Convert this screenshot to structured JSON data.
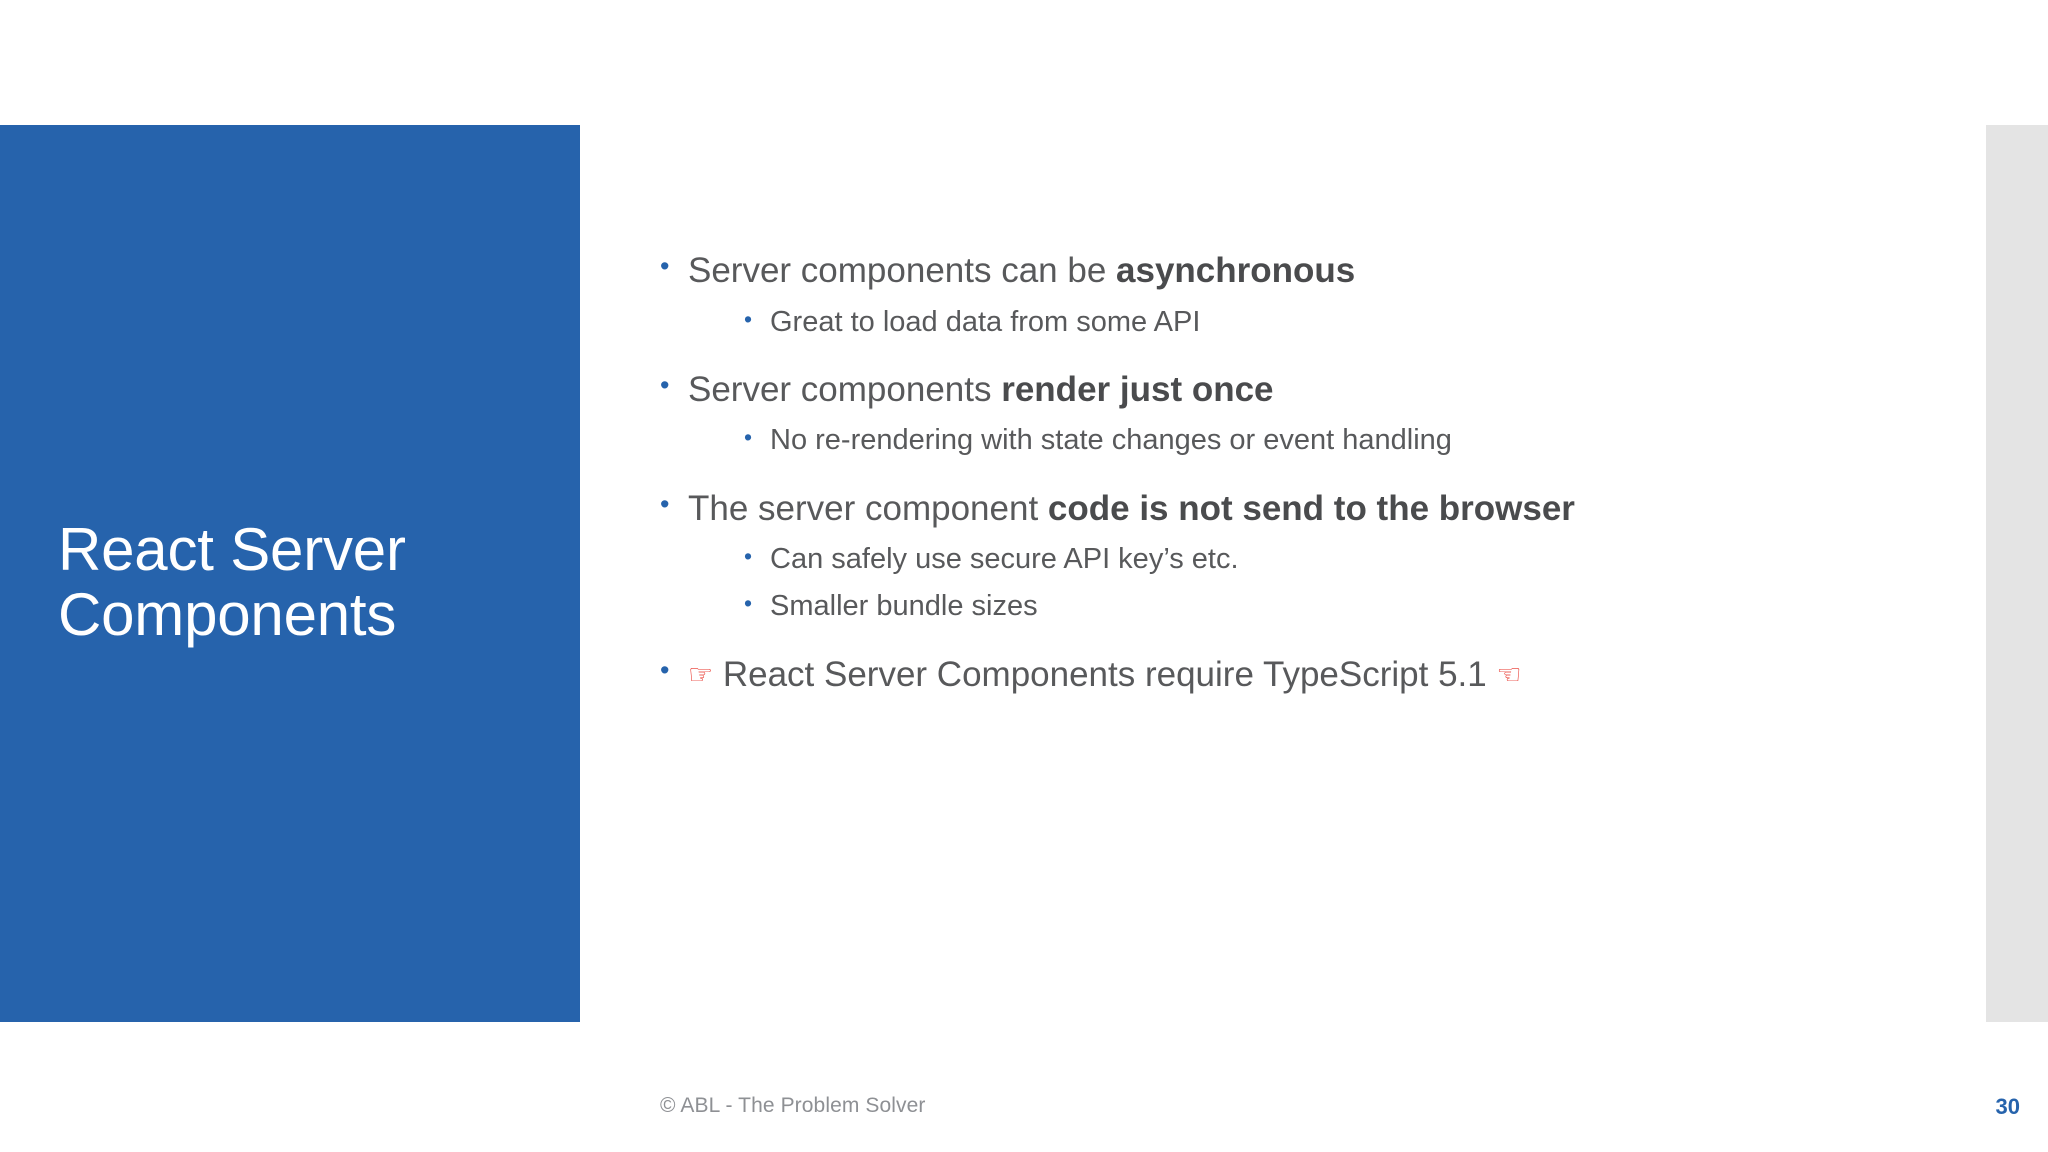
{
  "slide": {
    "title": "React Server\nComponents",
    "title_panel_color": "#2663AC",
    "accent_strip_color": "#E4E4E4",
    "body_text_color": "#58595B",
    "bullet_color": "#2663AC",
    "hand_icon_color": "#E8332A"
  },
  "bullets": [
    {
      "level": 1,
      "marker": "•",
      "parts": [
        {
          "text": "Server components can be ",
          "bold": false
        },
        {
          "text": "asynchronous",
          "bold": true
        }
      ]
    },
    {
      "level": 2,
      "marker": "•",
      "parts": [
        {
          "text": "Great to load data from some API",
          "bold": false
        }
      ]
    },
    {
      "level": 1,
      "marker": "•",
      "parts": [
        {
          "text": "Server components ",
          "bold": false
        },
        {
          "text": "render just once",
          "bold": true
        }
      ]
    },
    {
      "level": 2,
      "marker": "•",
      "parts": [
        {
          "text": "No re-rendering with state changes or event handling",
          "bold": false
        }
      ]
    },
    {
      "level": 1,
      "marker": "•",
      "parts": [
        {
          "text": "The server component ",
          "bold": false
        },
        {
          "text": "code is not send to the browser",
          "bold": true
        }
      ]
    },
    {
      "level": 2,
      "marker": "•",
      "parts": [
        {
          "text": "Can safely use secure API key’s etc.",
          "bold": false
        }
      ]
    },
    {
      "level": 2,
      "marker": "•",
      "parts": [
        {
          "text": "Smaller bundle sizes",
          "bold": false
        }
      ]
    },
    {
      "level": 1,
      "marker": "•",
      "parts": [
        {
          "text": "☞",
          "bold": false,
          "hand": true,
          "icon": "pointing-hand-right-icon"
        },
        {
          "text": " React Server Components require TypeScript 5.1 ",
          "bold": false
        },
        {
          "text": "☜",
          "bold": false,
          "hand": true,
          "icon": "pointing-hand-left-icon"
        }
      ]
    }
  ],
  "footer": {
    "credit": "© ABL - The Problem Solver",
    "page_number": "30"
  }
}
